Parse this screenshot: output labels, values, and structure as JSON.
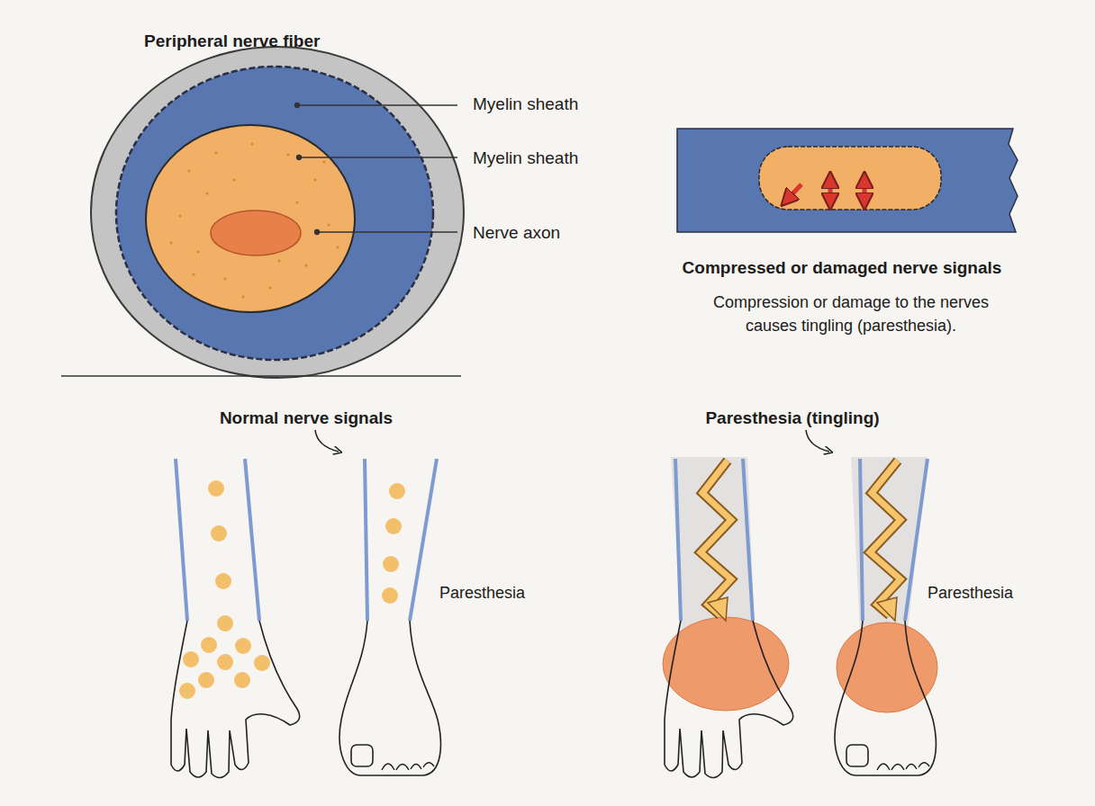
{
  "diagram": {
    "labels": [
      "Peripheral nerve fiber",
      "Myelin sheath",
      "Myelin sheath",
      "Nerve axon",
      "Compressed or damaged nerve signals",
      "Compression or damage to the nerves causes tingling (paresthesia).",
      "Normal nerve signals",
      "Paresthesia",
      "Paresthesia (tingling)",
      "Paresthesia"
    ]
  }
}
